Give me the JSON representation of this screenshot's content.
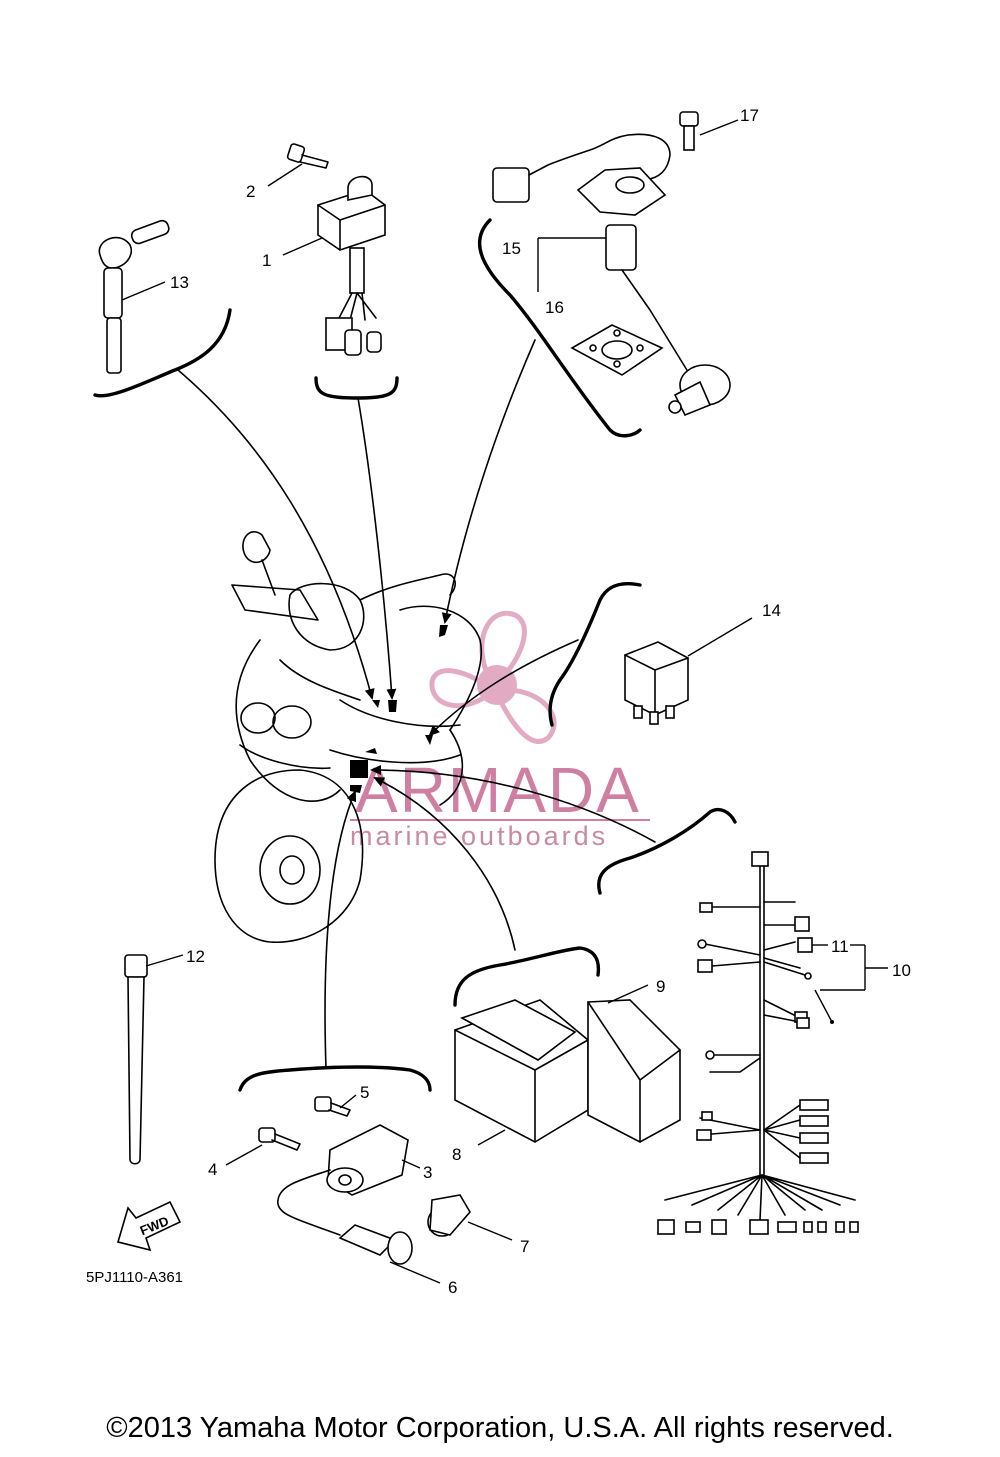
{
  "copyright": "©2013 Yamaha Motor Corporation, U.S.A. All rights reserved.",
  "diagram_code": "5PJ1110-A361",
  "fwd_label": "FWD",
  "watermark": {
    "brand": "ARMADA",
    "tagline": "marine outboards",
    "color": "#cf7fa2"
  },
  "callouts": [
    "1",
    "2",
    "3",
    "4",
    "5",
    "6",
    "7",
    "8",
    "9",
    "10",
    "11",
    "12",
    "13",
    "14",
    "15",
    "16",
    "17"
  ]
}
